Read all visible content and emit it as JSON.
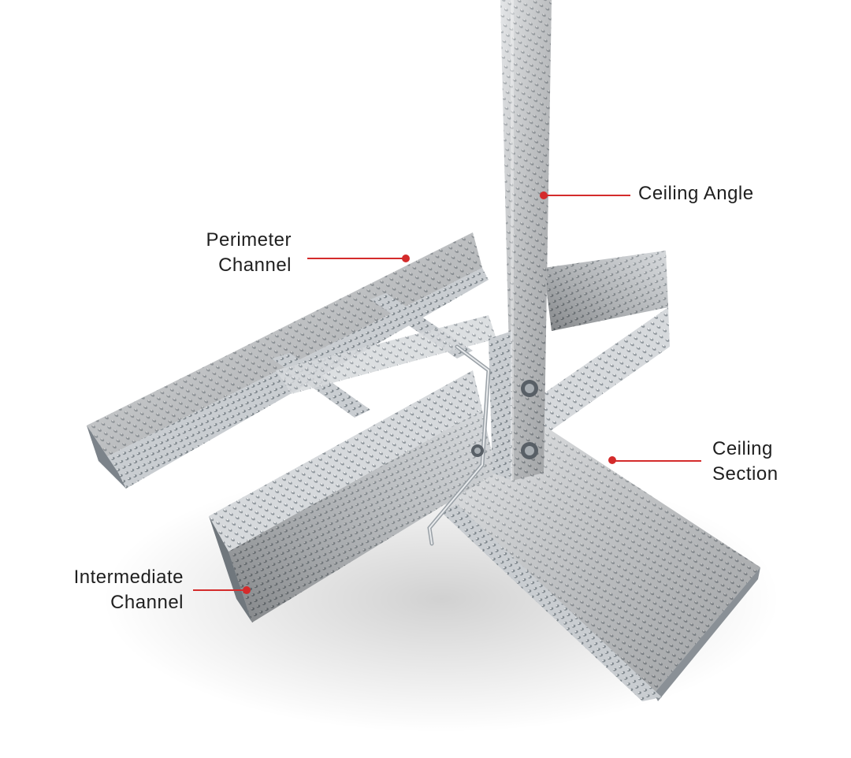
{
  "colors": {
    "accent": "#d42b2b",
    "steel_light": "#e6e8ea",
    "steel_mid": "#b9bec3",
    "steel_dark": "#6f767c",
    "text": "#1f1f1f",
    "background": "#ffffff"
  },
  "image": {
    "subject": "ceiling-suspension-framing-assembly"
  },
  "labels": {
    "ceiling_angle": {
      "line1": "Ceiling Angle"
    },
    "perimeter_channel": {
      "line1": "Perimeter",
      "line2": "Channel"
    },
    "ceiling_section": {
      "line1": "Ceiling",
      "line2": "Section"
    },
    "intermediate_channel": {
      "line1": "Intermediate",
      "line2": "Channel"
    }
  }
}
